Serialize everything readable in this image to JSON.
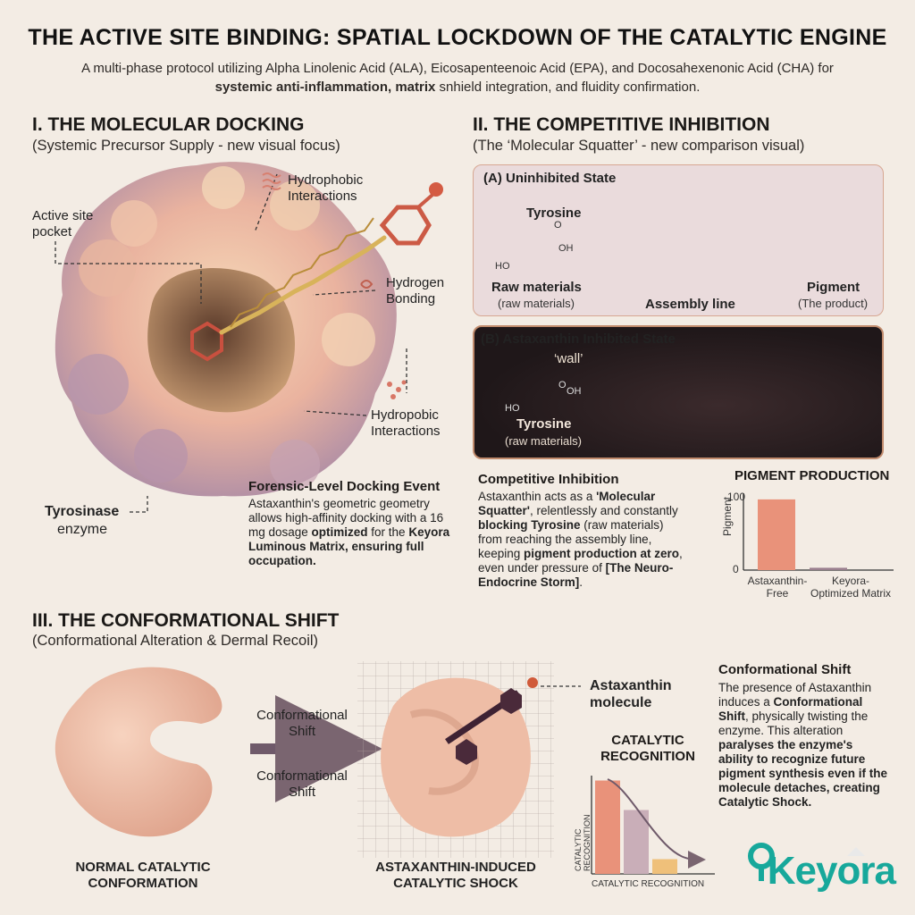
{
  "header": {
    "title": "THE ACTIVE SITE BINDING: SPATIAL LOCKDOWN OF THE CATALYTIC ENGINE",
    "subtitle_pre": "A multi-phase protocol utilizing Alpha Linolenic Acid (ALA), Eicosapenteenoic Acid (EPA), and Docosahexenonic Acid (CHA) for ",
    "subtitle_bold1": "systemic anti-inflammation, matrix",
    "subtitle_mid": " snhield integration, and fluidity confirmation."
  },
  "section1": {
    "title": "I. THE MOLECULAR DOCKING",
    "subtitle": "(Systemic Precursor Supply - new visual focus)",
    "labels": {
      "active_site": "Active site\npocket",
      "hydrophobic_top": "Hydrophobic\nInteractions",
      "hydrogen": "Hydrogen\nBonding",
      "hydropobic_bottom": "Hydropobic\nInteractions",
      "tyrosinase": "Tyrosinase",
      "enzyme": "enzyme"
    },
    "docking_heading": "Forensic-Level Docking Event",
    "docking_text_1": "Astaxanthin's geometric geometry allows high-affinity docking with a 16 mg dosage ",
    "docking_bold_1": "optimized",
    "docking_text_2": " for the ",
    "docking_bold_2": "Keyora Luminous Matrix, ensuring full occupation."
  },
  "section2": {
    "title": "II. THE COMPETITIVE INHIBITION",
    "subtitle": "(The ‘Molecular Squatter’ - new comparison visual)",
    "panel_a": {
      "heading": "(A) Uninhibited State",
      "tyrosine": "Tyrosine",
      "raw_bold": "Raw materials",
      "raw_sub": "(raw materials)",
      "assembly": "Assembly line",
      "pigment": "Pigment",
      "pigment_sub": "(The product)",
      "mol_oh": "OH",
      "mol_ho": "HO",
      "mol_o": "O"
    },
    "panel_b": {
      "heading": "(B) Astaxanthin Inhibited State",
      "wall": "‘wall’",
      "tyrosine": "Tyrosine",
      "raw_sub": "(raw materials)",
      "mol_oh": "OH",
      "mol_ho": "HO",
      "mol_o": "O"
    },
    "comp_heading": "Competitive Inhibition",
    "comp_t1": "Astaxanthin acts as a ",
    "comp_b1": "'Molecular Squatter'",
    "comp_t2": ", relentlessly and constantly ",
    "comp_b2": "blocking Tyrosine",
    "comp_t3": " (raw materials) from reaching the assembly line, keeping ",
    "comp_b3": "pigment production at zero",
    "comp_t4": ", even under pressure of ",
    "comp_b4": "[The Neuro-Endocrine Storm]",
    "comp_t5": "."
  },
  "section3": {
    "title": "III. THE CONFORMATIONAL SHIFT",
    "subtitle": "(Conformational Alteration & Dermal Recoil)",
    "arrow_label_1": "Conformational\nShift",
    "arrow_label_2": "Conformational\nShift",
    "normal_label": "NORMAL CATALYTIC\nCONFORMATION",
    "shock_label": "ASTAXANTHIN-INDUCED\nCATALYTIC SHOCK",
    "molecule_label": "Astaxanthin\nmolecule",
    "shift_heading": "Conformational Shift",
    "shift_t1": "The presence of Astaxanthin induces a ",
    "shift_b1": "Conformational Shift",
    "shift_t2": ", physically twisting the enzyme. This alteration ",
    "shift_b2": "paralyses the enzyme's ability to recognize future pigment synthesis even if the molecule detaches, creating Catalytic Shock."
  },
  "chart_data": [
    {
      "type": "bar",
      "title": "PIGMENT PRODUCTION",
      "ylabel": "Pigment",
      "categories": [
        "Astaxanthin-Free",
        "Keyora-Optimized Matrix"
      ],
      "values": [
        92,
        3
      ],
      "ylim": [
        0,
        100
      ],
      "yticks": [
        0,
        100
      ],
      "colors": [
        "#e9927a",
        "#9a7f8e"
      ]
    },
    {
      "type": "bar",
      "title": "CATALYTIC RECOGNITION",
      "ylabel": "CATALYTIC RECOGNITION",
      "xlabel": "CATALYTIC RECOGNITION",
      "categories": [
        "",
        "",
        ""
      ],
      "values": [
        95,
        65,
        15
      ],
      "ylim": [
        0,
        100
      ],
      "colors": [
        "#e9927a",
        "#c9aeb8",
        "#efc07a"
      ]
    }
  ],
  "brand": {
    "name": "Keyora",
    "color": "#17a89b"
  }
}
